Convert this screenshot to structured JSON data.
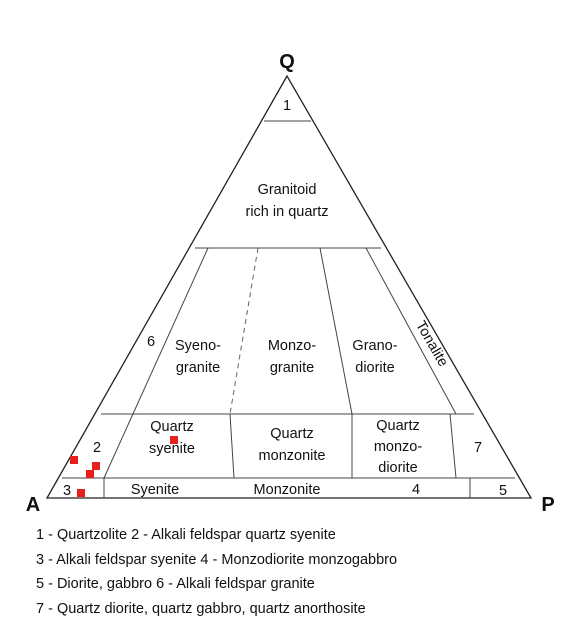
{
  "diagram": {
    "vertices": {
      "q": "Q",
      "a": "A",
      "p": "P"
    },
    "fields": {
      "f1": "1",
      "granitoid_line1": "Granitoid",
      "granitoid_line2": "rich in quartz",
      "f6": "6",
      "syenogranite_line1": "Syeno-",
      "syenogranite_line2": "granite",
      "monzogranite_line1": "Monzo-",
      "monzogranite_line2": "granite",
      "granodiorite_line1": "Grano-",
      "granodiorite_line2": "diorite",
      "tonalite": "Tonalite",
      "quartz_syenite_line1": "Quartz",
      "quartz_syenite_line2": "syenite",
      "quartz_monzonite_line1": "Quartz",
      "quartz_monzonite_line2": "monzonite",
      "quartz_monzodiorite_line1": "Quartz",
      "quartz_monzodiorite_line2": "monzo-",
      "quartz_monzodiorite_line3": "diorite",
      "f2": "2",
      "f7": "7",
      "f3": "3",
      "syenite": "Syenite",
      "monzonite": "Monzonite",
      "f4": "4",
      "f5": "5"
    },
    "sample_marker_color": "#e8201c",
    "sample_count": 5
  },
  "legend": [
    "1 - Quartzolite 2 - Alkali feldspar quartz syenite",
    "3 - Alkali feldspar syenite  4 - Monzodiorite monzogabbro",
    "5 - Diorite, gabbro 6 - Alkali feldspar granite",
    "7 - Quartz diorite, quartz gabbro, quartz anorthosite"
  ]
}
